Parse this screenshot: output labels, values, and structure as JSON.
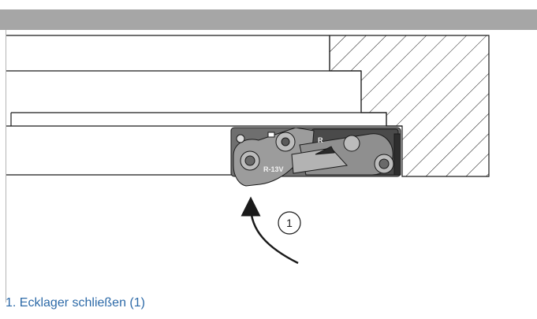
{
  "caption": "1. Ecklager schließen (1)",
  "callout": "1",
  "part_labels": {
    "side": "R",
    "model": "R-13V"
  },
  "colors": {
    "header_band": "#a6a6a6",
    "caption_text": "#2d6aa8",
    "line": "#1a1a1a",
    "hinge_light": "#9a9a9a",
    "hinge_dark": "#555555"
  },
  "icons": [
    "hatched-wall-section",
    "corner-hinge",
    "rotation-arrow",
    "callout-circle"
  ]
}
